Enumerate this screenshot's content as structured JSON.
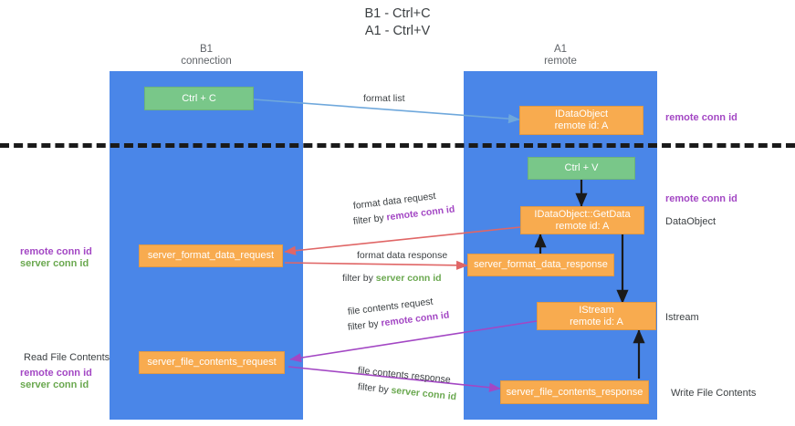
{
  "title": "B1 - Ctrl+C\nA1 - Ctrl+V",
  "colors": {
    "lane": "#4a86e8",
    "node_green": "#79c789",
    "node_orange": "#f8ab4f",
    "remote_conn_id": "#a347c4",
    "server_conn_id": "#6aa84f",
    "divider": "#1a1a1a",
    "arrow_format_list": "#6fa8dc",
    "arrow_black": "#1a1a1a",
    "arrow_format_data": "#e06666",
    "arrow_file_contents": "#a347c4"
  },
  "lanes": [
    {
      "id": "b1",
      "header": "B1\nconnection"
    },
    {
      "id": "a1",
      "header": "A1\nremote"
    }
  ],
  "nodes": {
    "ctrl_c": "Ctrl + C",
    "idataobject": "IDataObject\nremote id: A",
    "ctrl_v": "Ctrl + V",
    "getdata": "IDataObject::GetData\nremote id: A",
    "server_format_data_request": "server_format_data_request",
    "server_format_data_response": "server_format_data_response",
    "istream": "IStream\nremote id: A",
    "server_file_contents_request": "server_file_contents_request",
    "server_file_contents_response": "server_file_contents_response"
  },
  "edges": {
    "format_list": "format list",
    "format_data_request": "format data request",
    "format_data_request_filter_prefix": "filter by ",
    "format_data_request_filter_key": "remote conn id",
    "format_data_response": "format data response",
    "format_data_response_filter_prefix": "filter by ",
    "format_data_response_filter_key": "server conn id",
    "file_contents_request": "file contents request",
    "file_contents_request_filter_prefix": "filter by ",
    "file_contents_request_filter_key": "remote conn id",
    "file_contents_response": "file contents response",
    "file_contents_response_filter_prefix": "filter by ",
    "file_contents_response_filter_key": "server conn id"
  },
  "annotations": {
    "right_top_remote_conn_id": "remote conn id",
    "right_mid_remote_conn_id": "remote conn id",
    "right_dataobject": "DataObject",
    "right_istream": "Istream",
    "right_write_file_contents": "Write File Contents",
    "left_remote_conn_id": "remote conn id",
    "left_server_conn_id": "server conn id",
    "left_read_file_contents": "Read File Contents",
    "left_low_remote_conn_id": "remote conn id",
    "left_low_server_conn_id": "server conn id"
  }
}
